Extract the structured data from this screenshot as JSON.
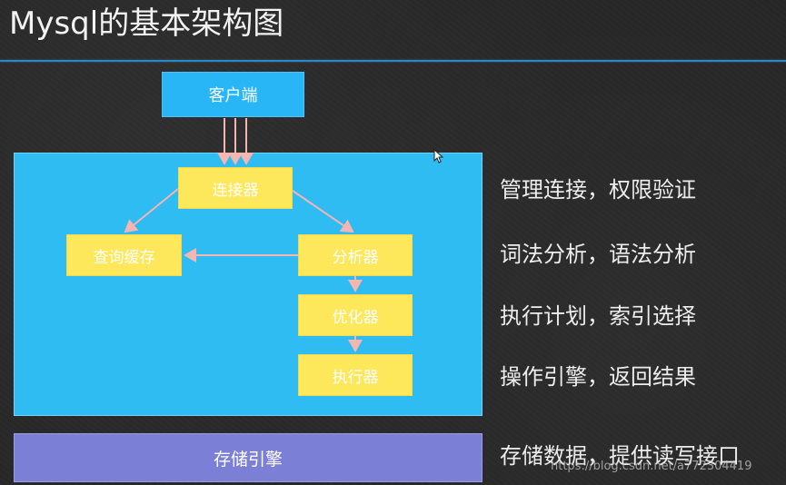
{
  "title": "Mysql的基本架构图",
  "nodes": {
    "client": "客户端",
    "connector": "连接器",
    "query_cache": "查询缓存",
    "analyzer": "分析器",
    "optimizer": "优化器",
    "executor": "执行器",
    "storage_engine": "存储引擎"
  },
  "notes": [
    "管理连接，权限验证",
    "词法分析，语法分析",
    "执行计划，索引选择",
    "操作引擎，返回结果",
    "存储数据，提供读写接口"
  ],
  "watermark": "https://blog.csdn.net/a772304419",
  "colors": {
    "client_box": "#29b6f6",
    "server_panel": "#2ebcf3",
    "component_box": "#fde75a",
    "storage_box": "#7b7fd6",
    "arrow": "#f3b6b0",
    "divider": "#2e86c1"
  }
}
